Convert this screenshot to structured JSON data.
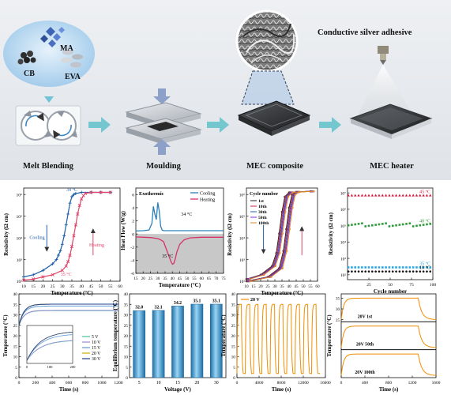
{
  "process": {
    "inputs": [
      "MA",
      "CB",
      "EVA"
    ],
    "steps": [
      "Melt Blending",
      "Moulding",
      "MEC composite",
      "MEC heater"
    ],
    "adhesive_label": "Conductive silver adhesive"
  },
  "chart_data": [
    {
      "id": "resistivity_vs_temperature",
      "type": "line",
      "xlabel": "Temperature (°C)",
      "ylabel": "Resistivity (Ω cm)",
      "xlim": [
        10,
        60
      ],
      "xticks": [
        10,
        15,
        20,
        25,
        30,
        35,
        40,
        45,
        50,
        55,
        60
      ],
      "ylim_log10": [
        2,
        6.3
      ],
      "yticks": [
        "10²",
        "10³",
        "10⁴",
        "10⁵",
        "10⁶"
      ],
      "annotations": [
        "34 °C",
        "35 °C",
        "Cooling",
        "Heating"
      ],
      "series": [
        {
          "name": "Cooling",
          "color": "#1f5fa8",
          "x": [
            10,
            15,
            20,
            25,
            27,
            28,
            29,
            30,
            31,
            32,
            33,
            34,
            35,
            36,
            37,
            40,
            45,
            50,
            55
          ],
          "log10_y": [
            2.2,
            2.3,
            2.5,
            2.8,
            3.0,
            3.2,
            3.4,
            3.7,
            4.1,
            4.6,
            5.1,
            5.6,
            5.9,
            6.0,
            6.05,
            6.1,
            6.1,
            6.1,
            6.1
          ]
        },
        {
          "name": "Heating",
          "color": "#e0456a",
          "x": [
            10,
            15,
            20,
            25,
            30,
            32,
            33,
            34,
            35,
            36,
            37,
            38,
            39,
            40,
            41,
            42,
            45,
            50,
            55
          ],
          "log10_y": [
            2.05,
            2.1,
            2.2,
            2.3,
            2.5,
            2.7,
            2.9,
            3.2,
            3.6,
            4.1,
            4.6,
            5.1,
            5.5,
            5.8,
            5.95,
            6.05,
            6.1,
            6.1,
            6.1
          ]
        }
      ]
    },
    {
      "id": "dsc",
      "type": "line",
      "title": "Exothermic",
      "xlabel": "Temperature (°C)",
      "ylabel": "Heat Flow (W/g)",
      "xlim": [
        15,
        75
      ],
      "xticks": [
        15,
        20,
        25,
        30,
        35,
        40,
        45,
        50,
        55,
        60,
        65,
        70,
        75
      ],
      "ylim": [
        -6,
        7
      ],
      "yticks": [
        -6,
        -4,
        -2,
        0,
        2,
        4,
        6
      ],
      "annotations": [
        "34 °C",
        "35 °C"
      ],
      "series": [
        {
          "name": "Cooling",
          "color": "#2a80b9",
          "x": [
            15,
            20,
            24,
            26,
            27,
            28,
            29,
            30,
            31,
            32,
            33,
            34,
            35,
            38,
            45,
            55,
            65,
            75
          ],
          "y": [
            0.45,
            0.5,
            0.6,
            1.6,
            4.2,
            3.0,
            2.2,
            4.8,
            3.5,
            1.2,
            0.6,
            0.5,
            0.5,
            0.5,
            0.5,
            0.5,
            0.5,
            0.5
          ]
        },
        {
          "name": "Heating",
          "color": "#d6336c",
          "x": [
            15,
            20,
            25,
            30,
            32,
            34,
            35,
            37,
            39,
            40,
            41,
            42,
            43,
            45,
            48,
            52,
            60,
            75
          ],
          "y": [
            -0.45,
            -0.5,
            -0.55,
            -0.7,
            -0.9,
            -1.2,
            -1.8,
            -3.0,
            -4.2,
            -4.6,
            -4.5,
            -3.8,
            -2.8,
            -1.6,
            -0.9,
            -0.6,
            -0.5,
            -0.5
          ]
        }
      ]
    },
    {
      "id": "cycles_vs_temperature",
      "type": "line",
      "xlabel": "Temperature (°C)",
      "ylabel": "Resistivity (Ω cm)",
      "xlim": [
        10,
        60
      ],
      "xticks": [
        10,
        15,
        20,
        25,
        30,
        35,
        40,
        45,
        50,
        55,
        60
      ],
      "ylim_log10": [
        2,
        6.3
      ],
      "yticks": [
        "10²",
        "10³",
        "10⁴",
        "10⁵",
        "10⁶"
      ],
      "legend_title": "Cycle number",
      "series": [
        {
          "name": "1st",
          "color": "#222222"
        },
        {
          "name": "10th",
          "color": "#d81b3c"
        },
        {
          "name": "30th",
          "color": "#1f5fa8"
        },
        {
          "name": "50th",
          "color": "#8a2be2"
        },
        {
          "name": "100th",
          "color": "#e08a1e"
        }
      ]
    },
    {
      "id": "resistivity_vs_cycle",
      "type": "scatter",
      "xlabel": "Cycle number",
      "ylabel": "Resistivity (Ω cm)",
      "xlim": [
        0,
        100
      ],
      "xticks": [
        25,
        50,
        75,
        100
      ],
      "yticks": [
        "10²",
        "10³",
        "10⁴",
        "10⁵",
        "10⁶",
        "10⁷"
      ],
      "series": [
        {
          "name": "45 °C",
          "color": "#d81b3c",
          "marker": "triangle",
          "log10_y": 6.85
        },
        {
          "name": "40 °C",
          "color": "#2e9a3a",
          "marker": "square",
          "log10_y": 5.05
        },
        {
          "name": "35 °C",
          "color": "#2aa7e0",
          "marker": "square",
          "log10_y": 2.45
        },
        {
          "name": "10 °C",
          "color": "#111111",
          "marker": "circle",
          "log10_y": 2.2
        }
      ]
    },
    {
      "id": "temperature_vs_time_voltage",
      "type": "line",
      "xlabel": "Time (s)",
      "ylabel": "Temperature (°C)",
      "xlim": [
        0,
        1200
      ],
      "xticks": [
        0,
        200,
        400,
        600,
        800,
        1000,
        1200
      ],
      "ylim": [
        0,
        40
      ],
      "yticks": [
        0,
        5,
        10,
        15,
        20,
        25,
        30,
        35,
        40
      ],
      "inset_xticks": [
        0,
        100,
        200
      ],
      "series": [
        {
          "name": "5 V",
          "color": "#40c4a0",
          "y_eq": 32.0
        },
        {
          "name": "10 V",
          "color": "#9a8ad6",
          "y_eq": 32.1
        },
        {
          "name": "15 V",
          "color": "#5b9bd5",
          "y_eq": 34.2
        },
        {
          "name": "20 V",
          "color": "#c9b000",
          "y_eq": 35.1
        },
        {
          "name": "30 V",
          "color": "#1f3f8f",
          "y_eq": 35.1
        }
      ]
    },
    {
      "id": "equilibrium_temperature",
      "type": "bar",
      "xlabel": "Voltage (V)",
      "ylabel": "Equilibrium temperature (°C)",
      "categories": [
        "5",
        "10",
        "15",
        "20",
        "30"
      ],
      "values": [
        32.0,
        32.1,
        34.2,
        35.1,
        35.1
      ],
      "value_labels": [
        "32.0",
        "32.1",
        "34.2",
        "35.1",
        "35.1"
      ],
      "ylim": [
        0,
        40
      ],
      "yticks": [
        0,
        5,
        10,
        15,
        20,
        25,
        30,
        35,
        40
      ]
    },
    {
      "id": "cyclic_heating",
      "type": "line",
      "xlabel": "Time (s)",
      "ylabel": "Temperature (°C)",
      "legend": "20 V",
      "xlim": [
        0,
        16000
      ],
      "xticks": [
        0,
        4000,
        8000,
        12000,
        16000
      ],
      "ylim": [
        0,
        40
      ],
      "yticks": [
        0,
        5,
        10,
        15,
        20,
        25,
        30,
        35,
        40
      ],
      "cycles": 10,
      "y_high": 35,
      "y_low": 0
    },
    {
      "id": "long_term_cycles",
      "type": "line",
      "xlabel": "Time (s)",
      "ylabel": "Temperature (°C)",
      "xlim": [
        0,
        1600
      ],
      "xticks": [
        0,
        400,
        800,
        1200,
        1600
      ],
      "yticks": [
        25,
        30,
        35
      ],
      "panels": [
        "20V 1st",
        "20V 50th",
        "20V 100th"
      ]
    }
  ]
}
